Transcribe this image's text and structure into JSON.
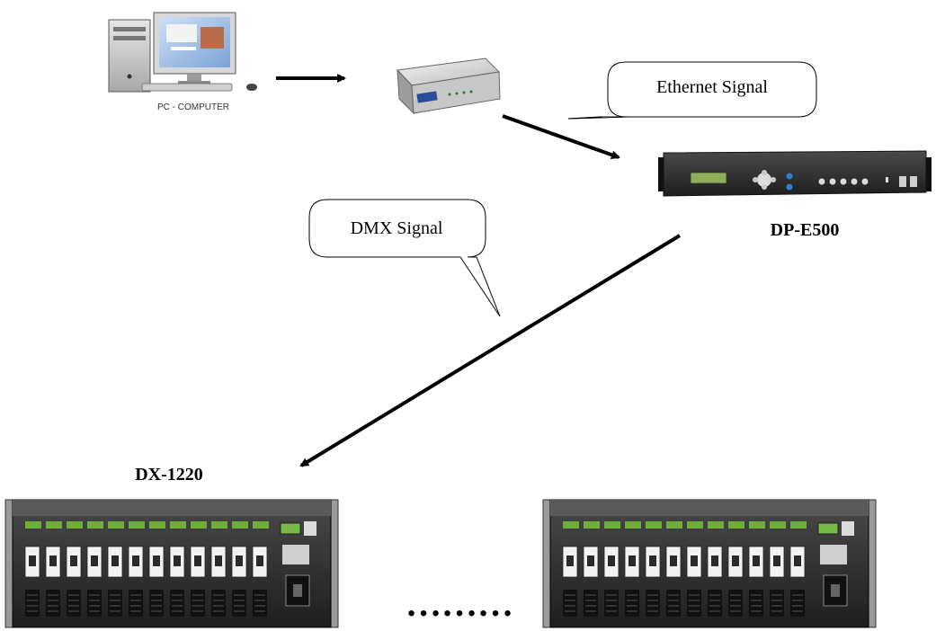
{
  "pc": {
    "label": "PC - COMPUTER"
  },
  "callouts": {
    "ethernet": "Ethernet Signal",
    "dmx": "DMX Signal"
  },
  "devices": {
    "controller": "DP-E500",
    "dimmer": "DX-1220"
  },
  "ellipsis": "………"
}
